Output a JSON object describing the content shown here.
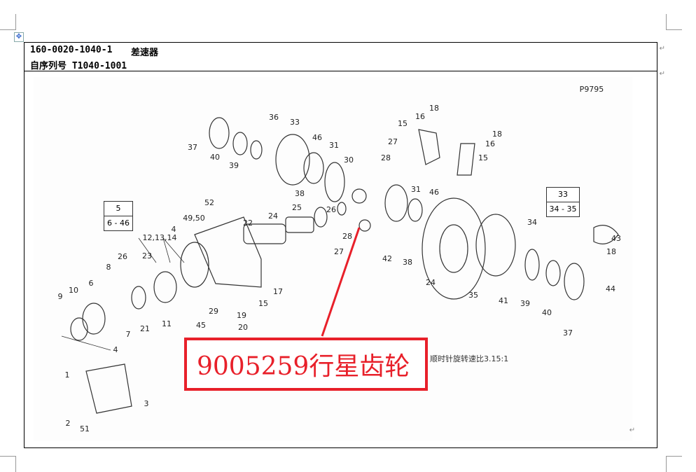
{
  "header": {
    "part_number": "160-0020-1040-1",
    "part_name": "差速器",
    "serial_label": "自序列号 T1040-1001"
  },
  "figure": {
    "code": "P9795",
    "callouts": [
      "36",
      "33",
      "37",
      "40",
      "39",
      "46",
      "31",
      "30",
      "27",
      "28",
      "38",
      "15",
      "16",
      "18",
      "18",
      "16",
      "15",
      "52",
      "49,50",
      "4",
      "22",
      "24",
      "25",
      "26",
      "31",
      "46",
      "12,13,14",
      "23",
      "26",
      "8",
      "28",
      "27",
      "42",
      "38",
      "34",
      "43",
      "18",
      "10",
      "9",
      "6",
      "17",
      "15",
      "24",
      "41",
      "39",
      "40",
      "35",
      "44",
      "37",
      "29",
      "19",
      "20",
      "45",
      "21",
      "11",
      "7",
      "4",
      "1",
      "3",
      "2",
      "51"
    ],
    "group_box_left": {
      "top": "5",
      "bottom": "6 - 46"
    },
    "group_box_right": {
      "top": "33",
      "bottom": "34 - 35"
    },
    "ratio_note": "顺时针旋转速比3.15:1"
  },
  "annotation": {
    "text": "9005259行星齿轮",
    "color": "#e8202a"
  }
}
